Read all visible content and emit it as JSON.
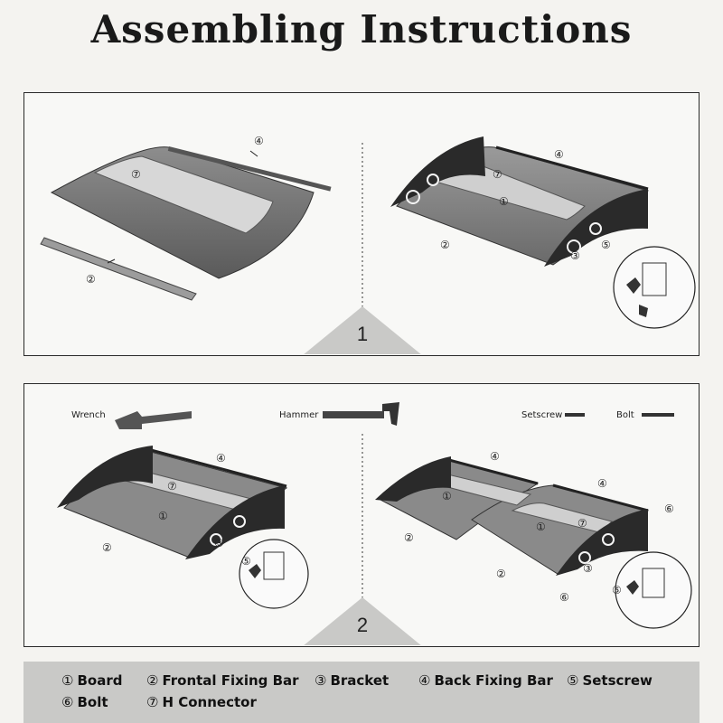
{
  "title": "Assembling Instructions",
  "steps": [
    {
      "number": "1"
    },
    {
      "number": "2"
    }
  ],
  "tools": {
    "wrench": "Wrench",
    "hammer": "Hammer",
    "setscrew": "Setscrew",
    "bolt": "Bolt"
  },
  "callouts": {
    "one": "①",
    "two": "②",
    "three": "③",
    "four": "④",
    "five": "⑤",
    "six": "⑥",
    "seven": "⑦"
  },
  "legend": [
    {
      "num": "①",
      "label": "Board"
    },
    {
      "num": "②",
      "label": "Frontal Fixing Bar"
    },
    {
      "num": "③",
      "label": "Bracket"
    },
    {
      "num": "④",
      "label": "Back Fixing Bar"
    },
    {
      "num": "⑤",
      "label": "Setscrew"
    },
    {
      "num": "⑥",
      "label": "Bolt"
    },
    {
      "num": "⑦",
      "label": "H Connector"
    }
  ]
}
